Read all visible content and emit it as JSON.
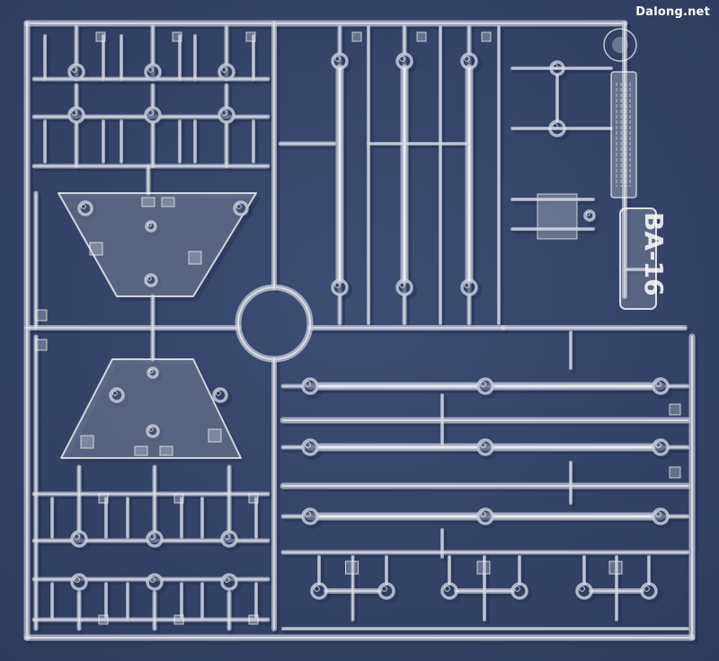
{
  "photo": {
    "subject": "runner-sprue",
    "watermark": "Dalong.net",
    "part_code": "BA-16",
    "colors": {
      "background": "#36476a",
      "plastic": "#c3cbdb",
      "plastic_edge": "#ffffff",
      "plastic_shadow": "#22304e"
    }
  }
}
